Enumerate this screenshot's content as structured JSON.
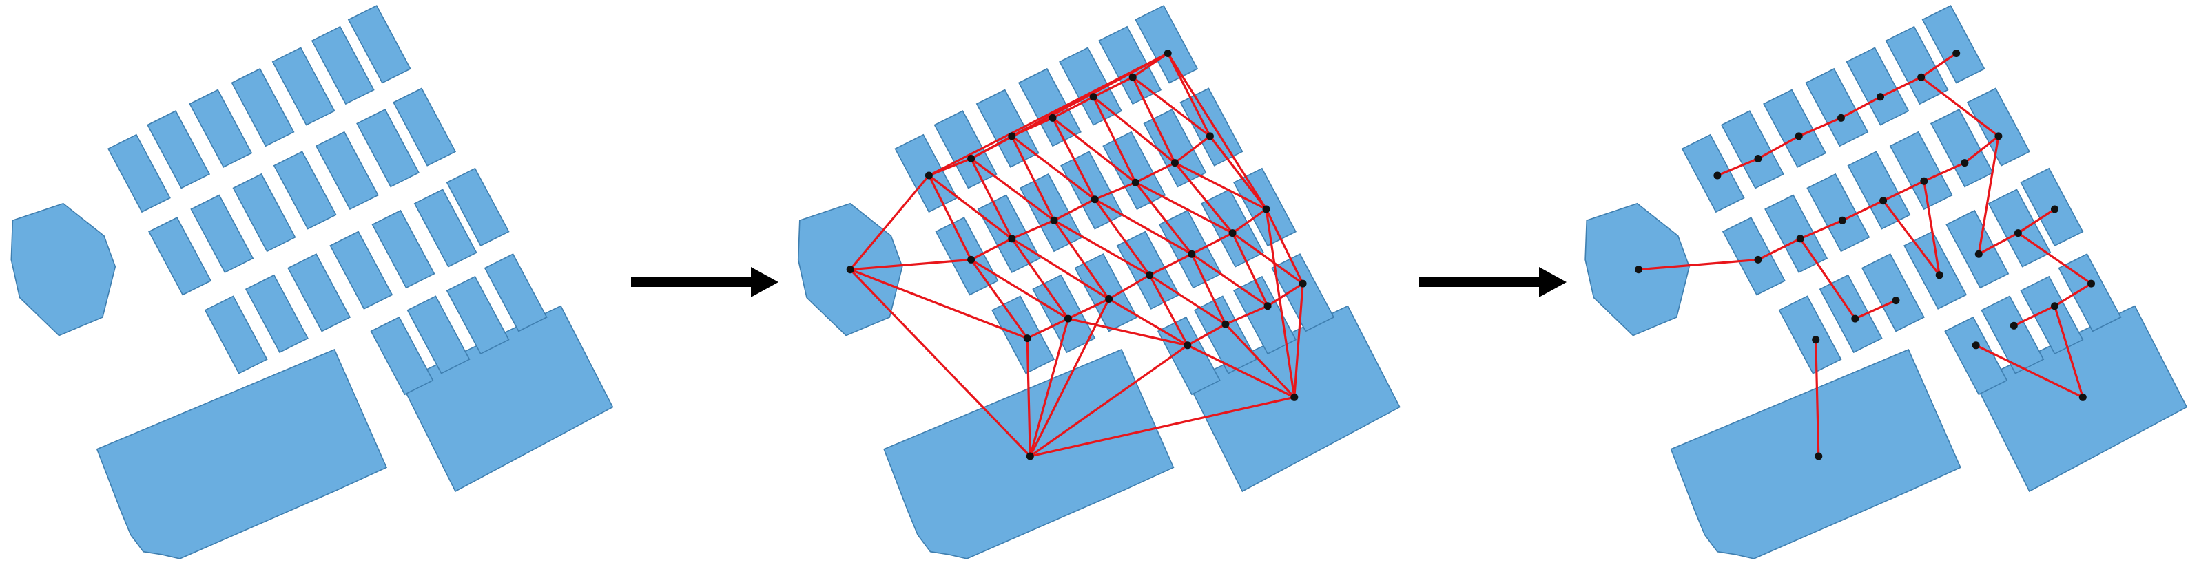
{
  "figure": {
    "description_label": "",
    "panels": [
      {
        "key": "buildings",
        "show_graph": false
      },
      {
        "key": "proximity-graph",
        "show_graph": true,
        "edge_set": "dense"
      },
      {
        "key": "minimum-spanning-tree",
        "show_graph": true,
        "edge_set": "mst"
      }
    ],
    "arrows": [
      {
        "from": "buildings",
        "to": "proximity-graph"
      },
      {
        "from": "proximity-graph",
        "to": "minimum-spanning-tree"
      }
    ],
    "colors": {
      "building_fill": "#6aaee0",
      "building_stroke": "#3f7fb0",
      "edge": "#e8161b",
      "node": "#111111",
      "arrow": "#000000"
    }
  }
}
